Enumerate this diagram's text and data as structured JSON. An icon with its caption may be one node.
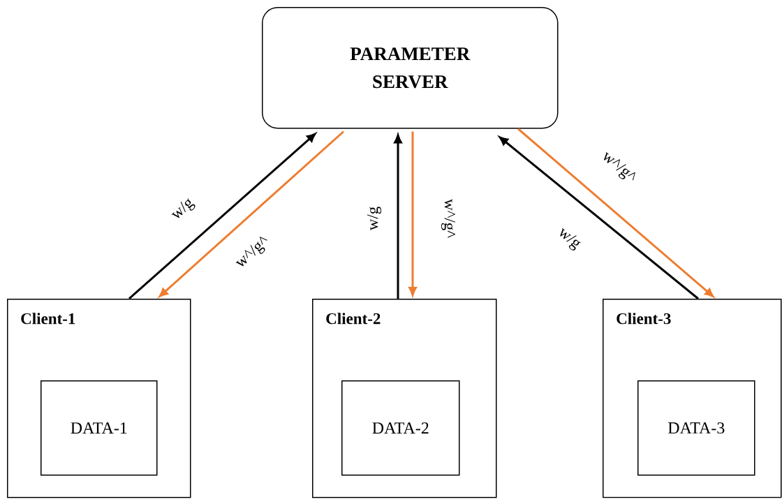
{
  "diagram": {
    "nodes": [
      {
        "text": [
          "PARAMETER SERVER"
        ]
      },
      {
        "text": [
          "Client-1"
        ]
      },
      {
        "text": [
          "DATA-1"
        ],
        "in": 1
      },
      {
        "text": [
          "Client-2"
        ]
      },
      {
        "text": [
          "DATA-2"
        ],
        "in": 3
      },
      {
        "text": [
          "Client-3"
        ]
      },
      {
        "text": [
          "DATA-3"
        ],
        "in": 5
      }
    ],
    "edges": [
      {
        "from": 1,
        "to": 0,
        "arrow": "to",
        "label": "w/g",
        "color": "#000000"
      },
      {
        "from": 0,
        "to": 1,
        "arrow": "to",
        "label": "w^/g^",
        "color": "#ed7d31"
      },
      {
        "from": 3,
        "to": 0,
        "arrow": "to",
        "label": "w/g",
        "color": "#000000"
      },
      {
        "from": 0,
        "to": 3,
        "arrow": "to",
        "label": "w^/g^",
        "color": "#ed7d31"
      },
      {
        "from": 5,
        "to": 0,
        "arrow": "to",
        "label": "w/g",
        "color": "#000000"
      },
      {
        "from": 0,
        "to": 5,
        "arrow": "to",
        "label": "w^/g^",
        "color": "#ed7d31"
      }
    ]
  }
}
